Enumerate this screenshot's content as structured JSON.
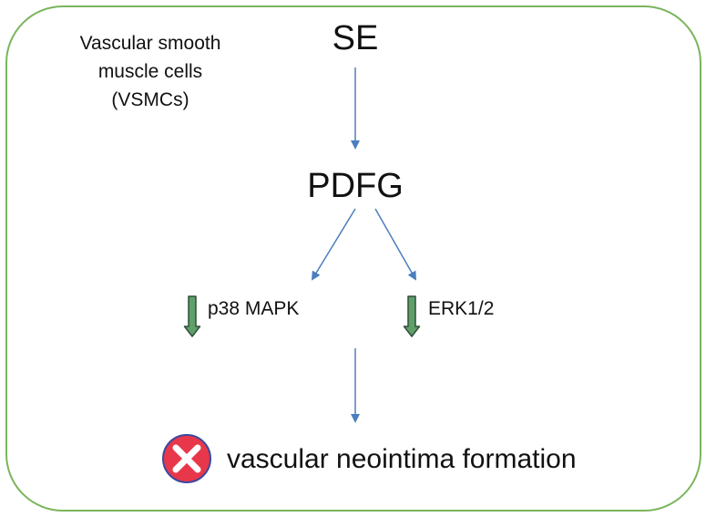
{
  "cell_type": {
    "line1": "Vascular smooth",
    "line2": "muscle cells",
    "line3": "(VSMCs)"
  },
  "nodes": {
    "se": "SE",
    "pdfg": "PDFG",
    "p38": "p38 MAPK",
    "erk": "ERK1/2"
  },
  "outcome": {
    "label": "vascular neointima formation",
    "blocked_icon": "red-circle-white-x-icon"
  },
  "colors": {
    "frame": "#7ab55c",
    "arrow": "#4a7ec0",
    "down_arrow_fill": "#5fa06a",
    "down_arrow_stroke": "#2f4f3a",
    "blocked_fill": "#e8374a",
    "blocked_stroke": "#3a4aa0"
  }
}
